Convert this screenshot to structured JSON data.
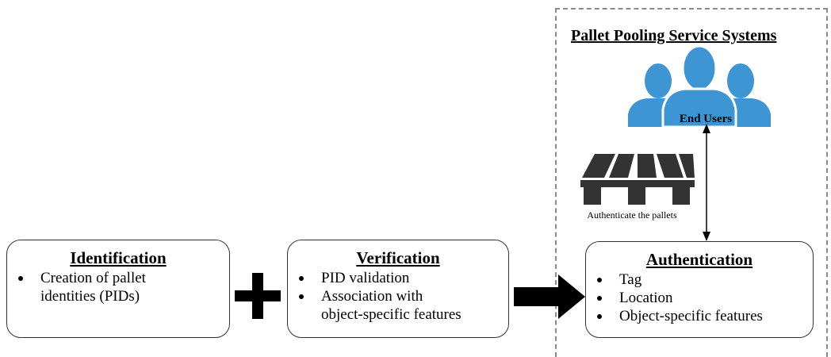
{
  "system": {
    "title": "Pallet Pooling Service Systems"
  },
  "users": {
    "label": "End Users",
    "color": "#3e95d4"
  },
  "pallet": {
    "label": "Authenticate the pallets"
  },
  "identification": {
    "title": "Identification",
    "items": [
      "Creation of pallet",
      "identities (PIDs)"
    ]
  },
  "verification": {
    "title": "Verification",
    "items": [
      "PID validation",
      "Association with",
      "object-specific features"
    ]
  },
  "authentication": {
    "title": "Authentication",
    "items": [
      "Tag",
      "Location",
      "Object-specific features"
    ]
  }
}
